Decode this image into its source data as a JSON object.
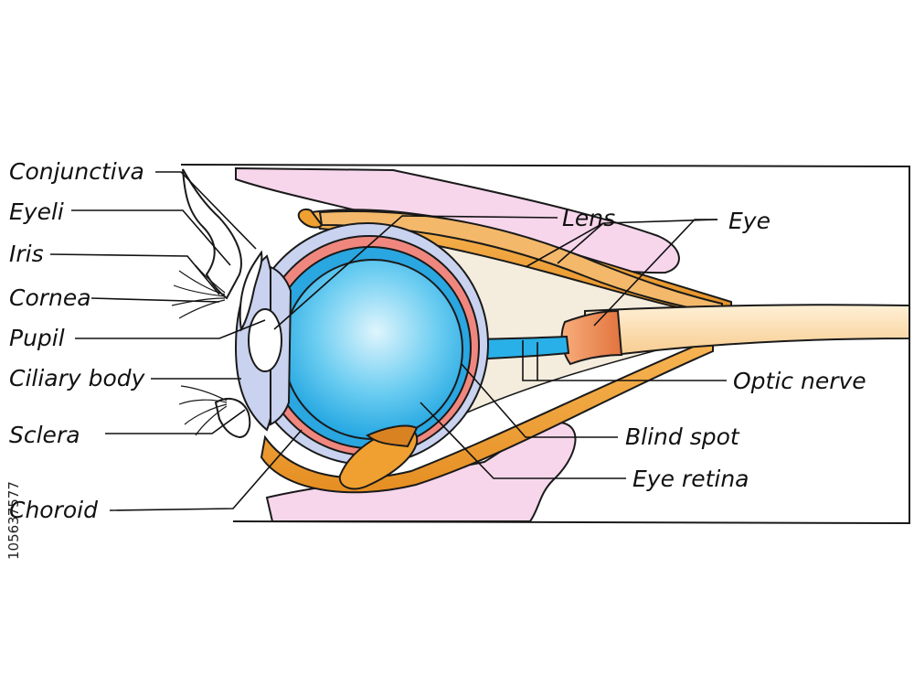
{
  "diagram": {
    "labels_left": [
      {
        "key": "conjunctiva",
        "text": "Conjunctiva"
      },
      {
        "key": "eyelid",
        "text": "Eyeli"
      },
      {
        "key": "iris",
        "text": "Iris"
      },
      {
        "key": "cornea",
        "text": "Cornea"
      },
      {
        "key": "pupil",
        "text": "Pupil"
      },
      {
        "key": "ciliary-body",
        "text": "Ciliary body"
      },
      {
        "key": "sclera",
        "text": "Sclera"
      },
      {
        "key": "choroid",
        "text": "Choroid"
      }
    ],
    "labels_right": [
      {
        "key": "lens",
        "text": "Lens"
      },
      {
        "key": "eye",
        "text": "Eye"
      },
      {
        "key": "optic-nerve",
        "text": "Optic nerve"
      },
      {
        "key": "blind-spot",
        "text": "Blind spot"
      },
      {
        "key": "eye-retina",
        "text": "Eye retina"
      }
    ],
    "side_id": "105637577",
    "colors": {
      "vitreous": "#29b0e8",
      "vitreous_light": "#d8f3fc",
      "muscle": "#f0a030",
      "muscle_dark": "#c97418",
      "muscle_light": "#ffe1b8",
      "bone": "#f7d6ec",
      "choroid": "#f0877e",
      "sclera_layer": "#c9d2ee",
      "orbit_fat": "#f4ecdd",
      "nerve_sheath": "#e98a55"
    }
  }
}
